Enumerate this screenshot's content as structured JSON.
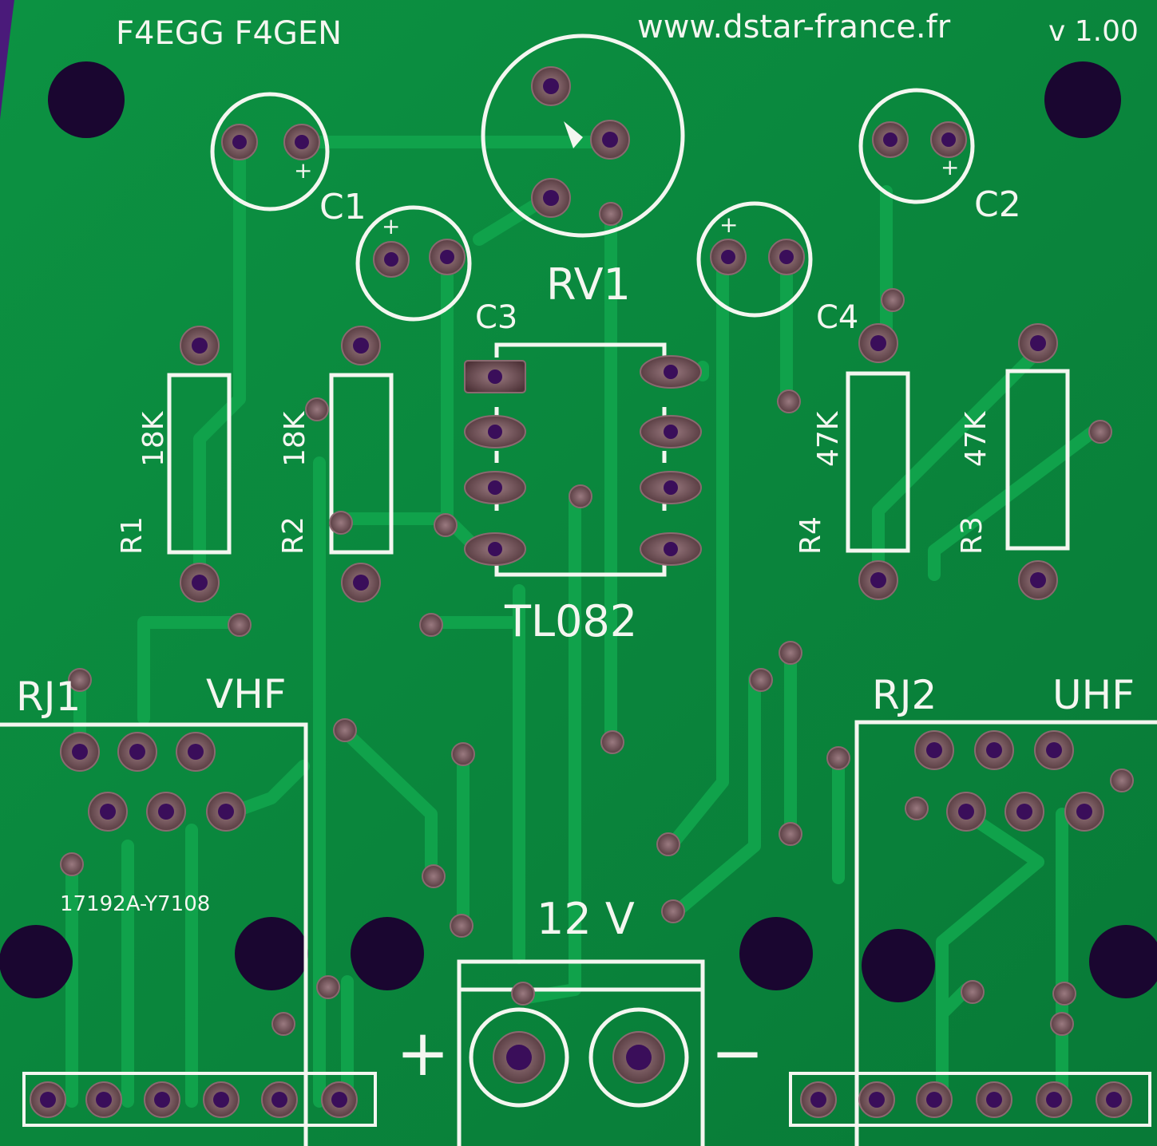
{
  "board": {
    "header_left": "F4EGG F4GEN",
    "header_url": "www.dstar-france.fr",
    "header_version": "v 1.00",
    "colors": {
      "pcb": "#0b8a3e",
      "trace": "#0f9a46",
      "silk": "#f4f6f0",
      "pad": "#6a4a4f",
      "hole": "#1a0630",
      "edge": "#4a1a7a"
    }
  },
  "labels": {
    "c1": "C1",
    "c2": "C2",
    "c3": "C3",
    "c4": "C4",
    "rv1": "RV1",
    "ic": "TL082",
    "r1": "R1",
    "r1_val": "18K",
    "r2": "R2",
    "r2_val": "18K",
    "r3": "R3",
    "r3_val": "47K",
    "r4": "R4",
    "r4_val": "47K",
    "rj1": "RJ1",
    "vhf": "VHF",
    "rj2": "RJ2",
    "uhf": "UHF",
    "part_no": "17192A-Y7108",
    "power": "12 V",
    "plus": "+",
    "minus": "−",
    "cap_plus": "+"
  }
}
